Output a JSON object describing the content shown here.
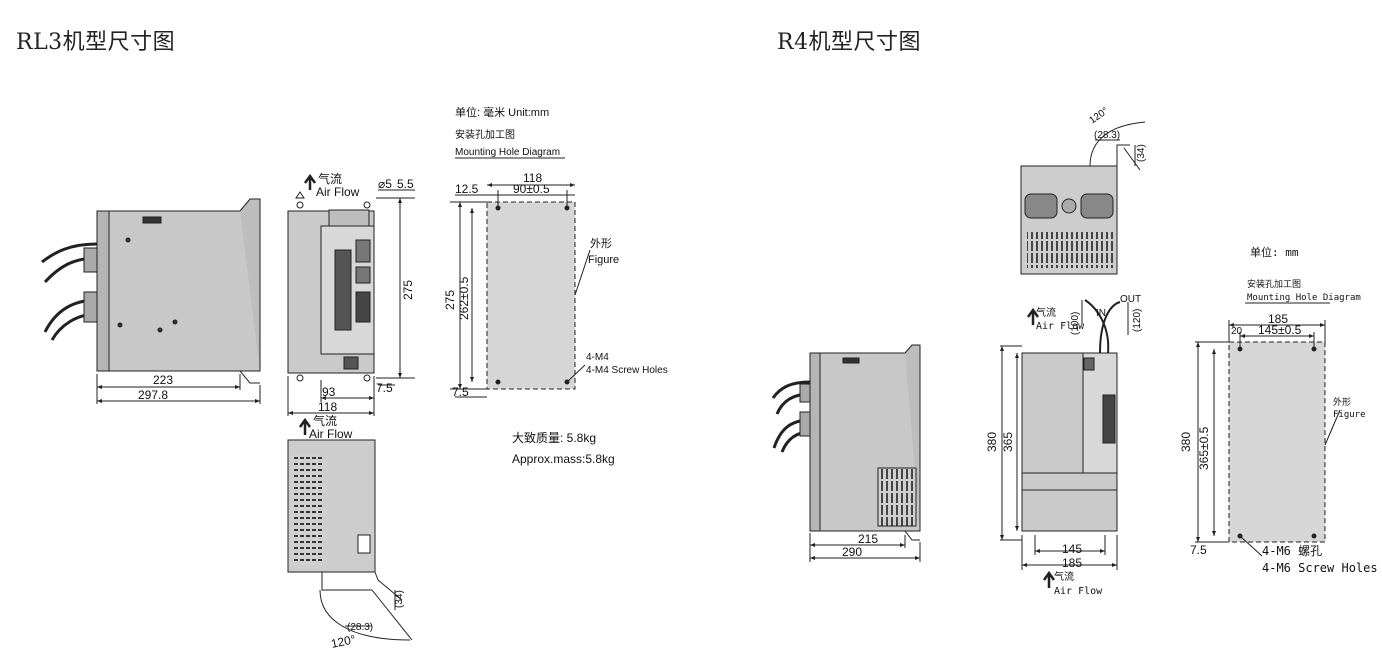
{
  "titles": {
    "rl3": "RL3机型尺寸图",
    "r4": "R4机型尺寸图"
  },
  "airflow": {
    "cn": "气流",
    "en": "Air Flow"
  },
  "units": {
    "rl3": "单位: 毫米 Unit:mm",
    "r4": "单位: mm"
  },
  "mounting": {
    "cn": "安装孔加工图",
    "en": "Mounting Hole Diagram"
  },
  "figure": {
    "cn": "外形",
    "en": "Figure"
  },
  "rl3": {
    "holes_cn": "4-M4",
    "holes_en": "4-M4 Screw Holes",
    "mass_cn": "大致质量: 5.8kg",
    "mass_en": "Approx.mass:5.8kg",
    "angle": "120°",
    "dims": {
      "side_depth": "223",
      "side_total": "297.8",
      "front_width": "93",
      "front_total": "118",
      "front_height": "275",
      "hole_dia": "⌀5",
      "hole_offset": "5.5",
      "bottom_offset": "7.5",
      "mount_width": "118",
      "mount_pitch": "90±0.5",
      "mount_left": "12.5",
      "mount_height": "275",
      "mount_pitch_v": "262±0.5",
      "mount_bottom": "7.5",
      "cable_len": "(28.3)",
      "cable_h": "(34)"
    }
  },
  "r4": {
    "holes_cn": "4-M6 螺孔",
    "holes_en": "4-M6 Screw Holes",
    "angle": "120°",
    "in_label": "IN",
    "out_label": "OUT",
    "dims": {
      "side_depth": "215",
      "side_total": "290",
      "front_inner": "145",
      "front_total": "185",
      "front_height": "380",
      "front_pitch_v": "365",
      "top_cable": "(28.3)",
      "top_h": "(34)",
      "cable_in": "(100)",
      "cable_out": "(120)",
      "mount_width": "185",
      "mount_pitch": "145±0.5",
      "mount_left": "20",
      "mount_height": "380",
      "mount_pitch_v": "365±0.5",
      "mount_bottom": "7.5"
    }
  }
}
